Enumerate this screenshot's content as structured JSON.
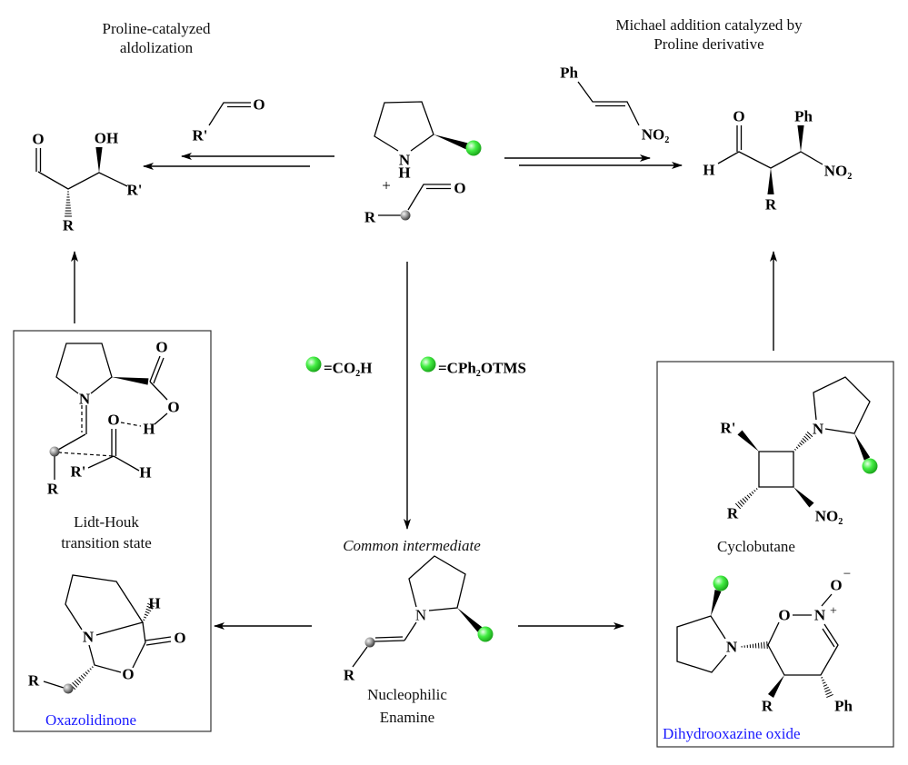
{
  "titles": {
    "aldol_line1": "Proline-catalyzed",
    "aldol_line2": "aldolization",
    "michael_line1": "Michael addition catalyzed by",
    "michael_line2": "Proline derivative"
  },
  "legend": {
    "green_ball_color": "#33dd33",
    "proline": "=CO₂H",
    "derivative": "=CPh₂OTMS"
  },
  "aldol_product": {
    "O": "O",
    "OH": "OH",
    "R": "R",
    "R_prime": "R'"
  },
  "aldehyde_reagent": {
    "R_prime": "R'",
    "O": "O"
  },
  "catalyst": {
    "N": "N",
    "H": "H",
    "plus": "+"
  },
  "substrate_aldehyde": {
    "R": "R",
    "O": "O"
  },
  "nitrostyrene": {
    "Ph": "Ph",
    "NO2": "NO₂"
  },
  "michael_product": {
    "O": "O",
    "H": "H",
    "Ph": "Ph",
    "NO2": "NO₂",
    "R": "R"
  },
  "transition_state": {
    "O1": "O",
    "O2": "O",
    "H1": "H",
    "N": "N",
    "O3": "O",
    "R": "R",
    "R_prime": "R'",
    "H2": "H",
    "caption_line1": "Lidt-Houk",
    "caption_line2": "transition state"
  },
  "oxazolidinone": {
    "H": "H",
    "N": "N",
    "O1": "O",
    "O2": "O",
    "R": "R",
    "caption": "Oxazolidinone",
    "caption_color": "#1a1aff"
  },
  "enamine": {
    "heading": "Common intermediate",
    "N": "N",
    "R": "R",
    "caption_line1": "Nucleophilic",
    "caption_line2": "Enamine"
  },
  "cyclobutane": {
    "R_prime": "R'",
    "N": "N",
    "R": "R",
    "NO2": "NO₂",
    "caption": "Cyclobutane"
  },
  "dihydrooxazine": {
    "O_minus": "O",
    "minus": "−",
    "O": "O",
    "N": "N",
    "plus": "+",
    "R": "R",
    "Ph": "Ph",
    "caption": "Dihydrooxazine oxide",
    "caption_color": "#1a1aff"
  }
}
